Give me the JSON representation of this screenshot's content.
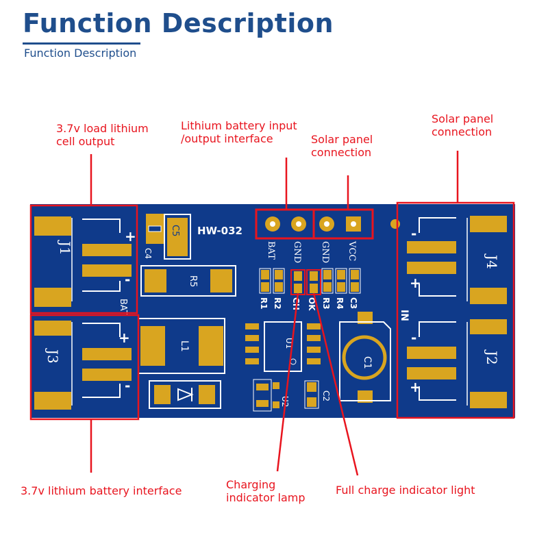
{
  "header": {
    "title": "Function Description",
    "subtitle": "Function Description"
  },
  "annotations": {
    "load_output": [
      "3.7v load lithium",
      "cell output"
    ],
    "battery_io": [
      "Lithium battery input",
      "/output interface"
    ],
    "solar_mid": [
      "Solar panel",
      "connection"
    ],
    "solar_right": [
      "Solar panel",
      "connection"
    ],
    "battery_interface": "3.7v lithium battery interface",
    "charging_lamp": [
      "Charging",
      "indicator lamp"
    ],
    "full_charge": "Full charge indicator light"
  },
  "board": {
    "model": "HW-032",
    "pin_labels": [
      "BAT",
      "GND",
      "GND",
      "VCC"
    ],
    "connector_labels": [
      "J1",
      "J3",
      "J4",
      "J2"
    ],
    "component_labels": [
      "C5",
      "C4",
      "R5",
      "L1",
      "U1",
      "U2",
      "C1",
      "C2"
    ],
    "resistor_row_labels": [
      "R1",
      "R2",
      "CH",
      "OK",
      "R3",
      "R4",
      "C3"
    ],
    "bat_label": "BAT",
    "in_label": "IN",
    "plus": "+",
    "minus": "-"
  },
  "colors": {
    "title": "#1f4e8c",
    "annotation": "#e8141e",
    "pcb": "#0f3a8a",
    "pad": "#d9a520",
    "silkscreen": "#ffffff"
  }
}
